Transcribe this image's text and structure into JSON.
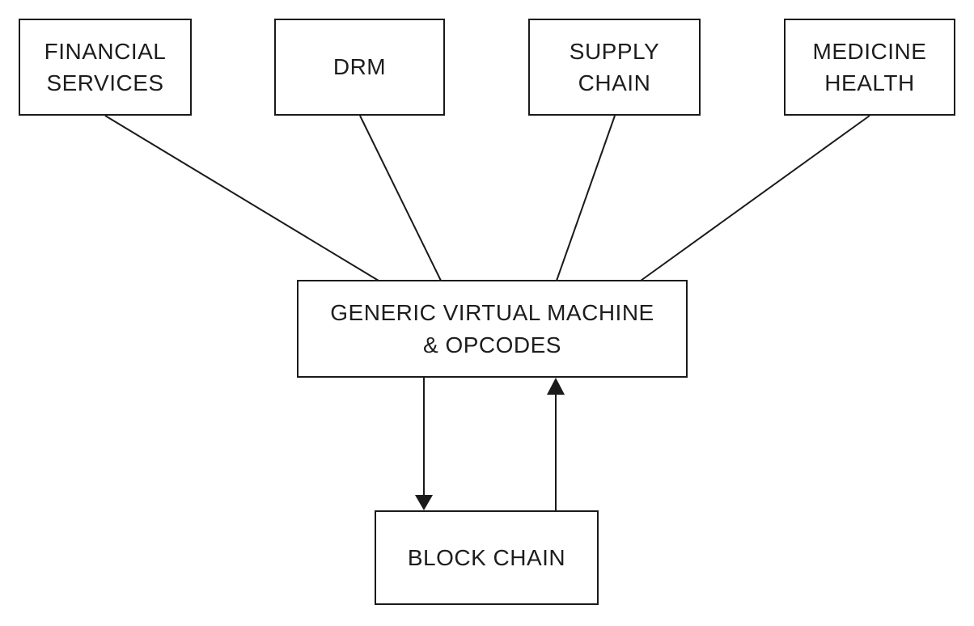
{
  "diagram": {
    "title": "Generic virtual machine blockchain applications diagram",
    "background_color": "#ffffff",
    "line_color": "#1a1a1a",
    "box_fill_color": "#ffffff",
    "text_color": "#1d1d1d",
    "nodes": [
      {
        "id": "financial-services",
        "label": "FINANCIAL\nSERVICES"
      },
      {
        "id": "drm",
        "label": "DRM"
      },
      {
        "id": "supply-chain",
        "label": "SUPPLY\nCHAIN"
      },
      {
        "id": "medicine-health",
        "label": "MEDICINE\nHEALTH"
      },
      {
        "id": "generic-vm",
        "label": "GENERIC VIRTUAL MACHINE\n& OPCODES"
      },
      {
        "id": "block-chain",
        "label": "BLOCK CHAIN"
      }
    ],
    "edges": [
      {
        "from": "financial-services",
        "to": "generic-vm",
        "arrow": "none"
      },
      {
        "from": "drm",
        "to": "generic-vm",
        "arrow": "none"
      },
      {
        "from": "supply-chain",
        "to": "generic-vm",
        "arrow": "none"
      },
      {
        "from": "medicine-health",
        "to": "generic-vm",
        "arrow": "none"
      },
      {
        "from": "generic-vm",
        "to": "block-chain",
        "arrow": "forward"
      },
      {
        "from": "block-chain",
        "to": "generic-vm",
        "arrow": "forward"
      }
    ]
  }
}
